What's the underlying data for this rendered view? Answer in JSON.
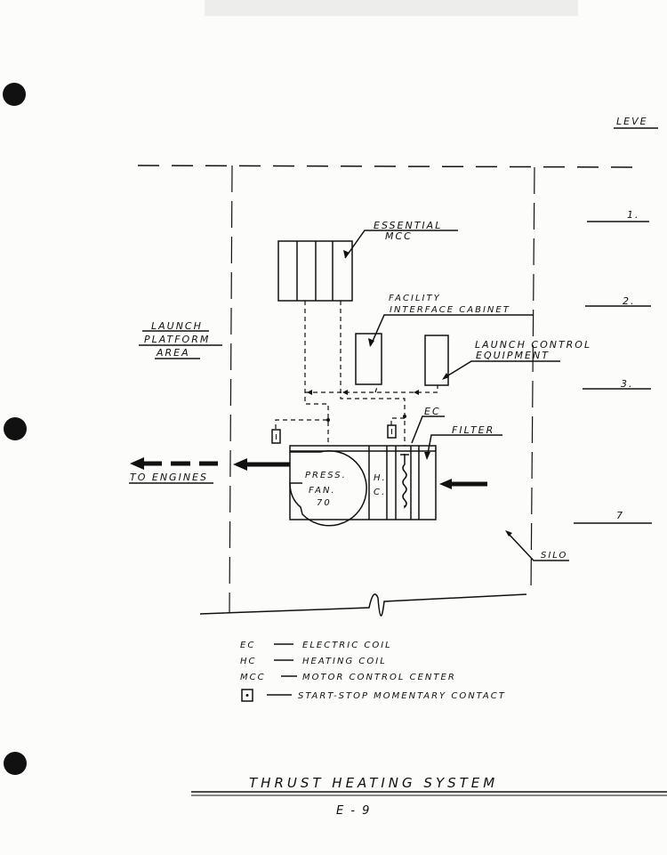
{
  "title": "THRUST HEATING SYSTEM",
  "page_number": "E - 9",
  "header_level": "LEVE",
  "levels": [
    "1.",
    "2.",
    "3.",
    "7"
  ],
  "labels": {
    "essential_mcc": [
      "ESSENTIAL",
      "MCC"
    ],
    "facility_interface_cabinet": [
      "FACILITY",
      "INTERFACE CABINET"
    ],
    "launch_control_equipment": [
      "LAUNCH CONTROL",
      "EQUIPMENT"
    ],
    "launch_platform_area": [
      "LAUNCH",
      "PLATFORM",
      "AREA"
    ],
    "ec": "EC",
    "filter": "FILTER",
    "to_engines": "TO ENGINES",
    "silo": "SILO",
    "fan": [
      "PRESS.",
      "FAN.",
      "70"
    ],
    "hc": [
      "H.",
      "C."
    ]
  },
  "legend": [
    {
      "abbr": "EC",
      "desc": "ELECTRIC COIL"
    },
    {
      "abbr": "HC",
      "desc": "HEATING COIL"
    },
    {
      "abbr": "MCC",
      "desc": "MOTOR CONTROL CENTER"
    },
    {
      "abbr": "",
      "desc": "START-STOP MOMENTARY CONTACT"
    }
  ]
}
